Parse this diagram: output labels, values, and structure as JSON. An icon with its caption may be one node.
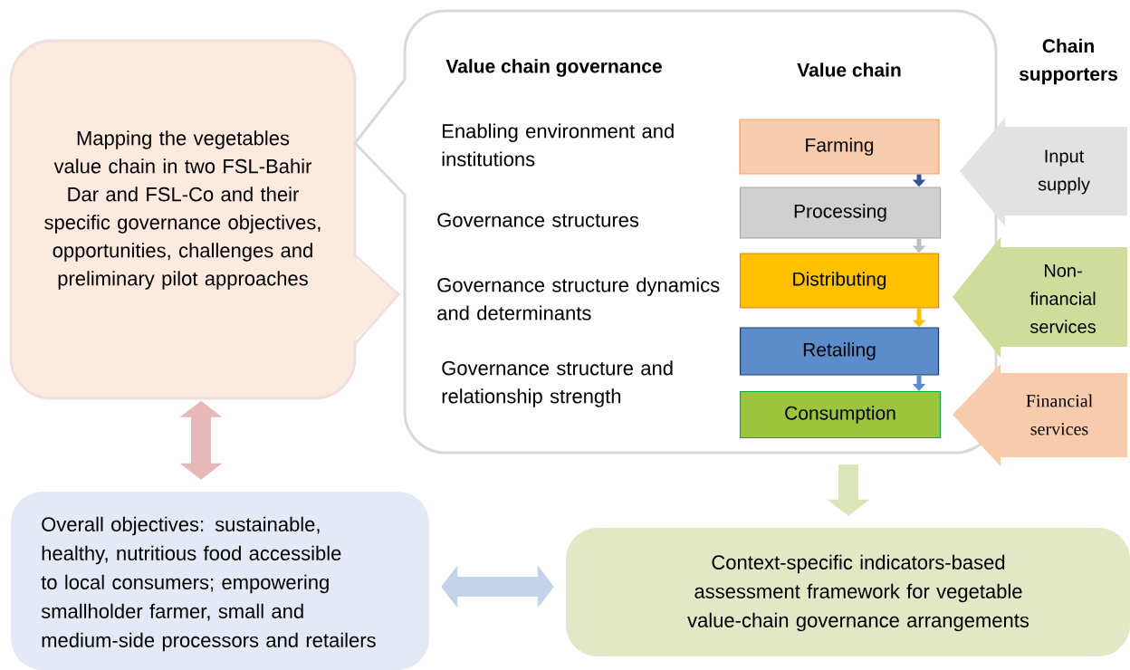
{
  "diagram": {
    "nodes": [
      {
        "text": [
          "Mapping the vegetables value chain in two FSL-Bahir Dar and FSL-Co and their specific governance objectives, opportunities, challenges and preliminary pilot approaches"
        ]
      },
      {
        "text": [
          "Value chain governance",
          "Value chain",
          "Enabling environment and institutions",
          "Governance structures",
          "Governance structure dynamics and determinants",
          "Governance structure and relationship strength"
        ]
      },
      {
        "text": [
          "Farming"
        ],
        "in": 1
      },
      {
        "text": [
          "Processing"
        ],
        "in": 1
      },
      {
        "text": [
          "Distributing"
        ],
        "in": 1
      },
      {
        "text": [
          "Retailing"
        ],
        "in": 1
      },
      {
        "text": [
          "Consumption"
        ],
        "in": 1
      },
      {
        "text": [
          "Input supply"
        ]
      },
      {
        "text": [
          "Non-financial services"
        ]
      },
      {
        "text": [
          "Financial services"
        ]
      },
      {
        "text": [
          "Overall objectives: sustainable, healthy, nutritious food accessible to local consumers; empowering smallholder farmer, small and medium-side processors and retailers"
        ]
      },
      {
        "text": [
          "Context-specific indicators-based assessment framework for vegetable value-chain governance arrangements"
        ]
      }
    ],
    "edges": [
      {
        "from": 0,
        "to": 10,
        "arrow": "both",
        "style": "thick",
        "color": "#e6b9b8"
      },
      {
        "from": 10,
        "to": 11,
        "arrow": "both",
        "style": "thick",
        "color": "#c5d3ea"
      },
      {
        "from": 1,
        "to": 11,
        "arrow": "to",
        "style": "thick",
        "color": "#dbe5b8"
      },
      {
        "from": 2,
        "to": 3,
        "arrow": "to",
        "color": "#2f5597"
      },
      {
        "from": 3,
        "to": 4,
        "arrow": "to",
        "color": "#bfbfbf"
      },
      {
        "from": 4,
        "to": 5,
        "arrow": "to",
        "color": "#ffc000"
      },
      {
        "from": 5,
        "to": 6,
        "arrow": "to",
        "color": "#5b8ccc"
      }
    ],
    "labels": [
      "Chain supporters"
    ]
  }
}
